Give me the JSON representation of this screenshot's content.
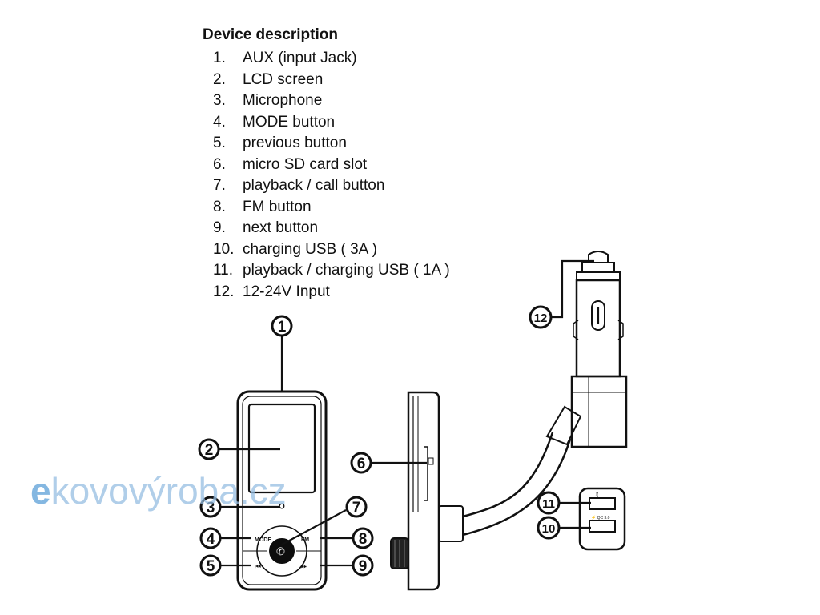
{
  "title": "Device description",
  "items": [
    {
      "num": "1.",
      "text": "AUX (input Jack)"
    },
    {
      "num": "2.",
      "text": "LCD screen"
    },
    {
      "num": "3.",
      "text": "Microphone"
    },
    {
      "num": "4.",
      "text": "MODE button"
    },
    {
      "num": "5.",
      "text": "previous button"
    },
    {
      "num": "6.",
      "text": "micro SD card slot"
    },
    {
      "num": "7.",
      "text": "playback / call button"
    },
    {
      "num": "8.",
      "text": "FM button"
    },
    {
      "num": "9.",
      "text": "next button"
    },
    {
      "num": "10.",
      "text": "charging USB ( 3A )"
    },
    {
      "num": "11.",
      "text": "playback / charging USB ( 1A )"
    },
    {
      "num": "12.",
      "text": "12-24V Input"
    }
  ],
  "callouts": [
    "1",
    "2",
    "3",
    "4",
    "5",
    "6",
    "7",
    "8",
    "9",
    "10",
    "11",
    "12"
  ],
  "device_labels": {
    "mode": "MODE",
    "fm": "FM",
    "prev": "⏮",
    "next": "⏭",
    "usb_music": "♫",
    "usb_qc": "⚡ QC 3.0"
  },
  "watermark": {
    "first": "e",
    "rest": "kovovýroba.cz"
  }
}
